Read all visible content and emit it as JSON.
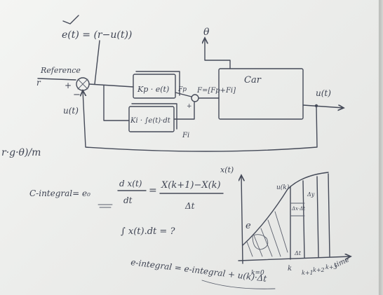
{
  "diagram": {
    "error_def": "e(t) = (r−u(t))",
    "reference_label": "Reference",
    "r": "r",
    "plus": "+",
    "minus": "−",
    "feedback_u": "u(t)",
    "kp_block": "Kp · e(t)",
    "ki_block": "Ki · ∫e(t)·dt",
    "fp": "Fp",
    "fi": "Fi",
    "force_sum": "F=[Fp+Fi]",
    "car": "Car",
    "theta": "θ",
    "output_u": "u(t)",
    "partial_left": "r·g·θ)/m"
  },
  "equations": {
    "derivative_lhs_num": "d x(t)",
    "derivative_lhs_den": "dt",
    "derivative_rhs_num": "X(k+1)−X(k)",
    "derivative_rhs_den": "Δt",
    "c_integral": "C-integral= e₀",
    "integral_q": "∫ x(t).dt = ?",
    "update": "e-integral = e-integral + u(k)·Δt"
  },
  "graph": {
    "ylabel": "x(t)",
    "xlabel": "time",
    "uk_label": "u(k)",
    "dy": "Δy",
    "deltax": "Δx·Δt",
    "dt": "Δt",
    "e_label": "e",
    "k0": "k=0",
    "k": "k",
    "k1": "k+1",
    "k2": "k+2",
    "k3": "k+3"
  }
}
